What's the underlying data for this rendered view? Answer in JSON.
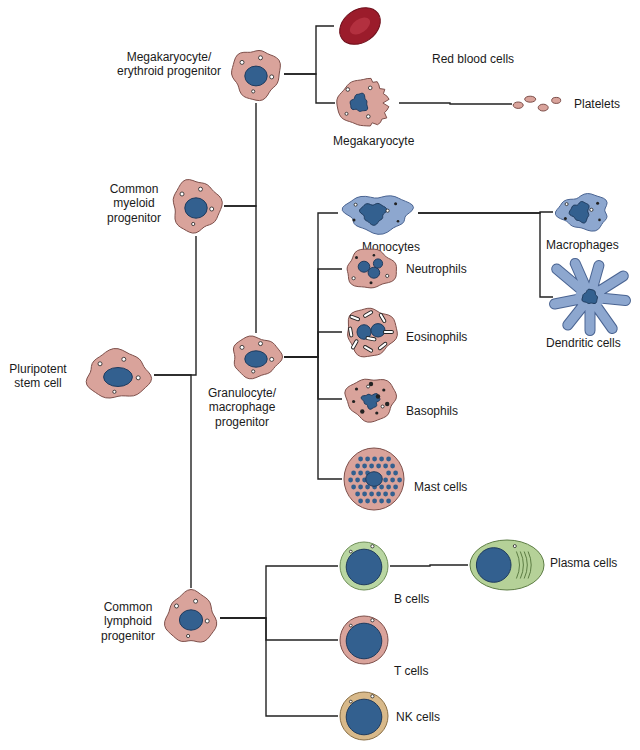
{
  "diagram": {
    "nodes": [
      {
        "text": [
          "Pluripotent stem cell"
        ]
      },
      {
        "text": [
          "Common myeloid progenitor"
        ]
      },
      {
        "text": [
          "Megakaryocyte/ erythroid progenitor"
        ]
      },
      {
        "text": [
          "Red blood cells"
        ]
      },
      {
        "text": [
          "Megakaryocyte"
        ]
      },
      {
        "text": [
          "Platelets"
        ]
      },
      {
        "text": [
          "Granulocyte/ macrophage progenitor"
        ]
      },
      {
        "text": [
          "Monocytes"
        ]
      },
      {
        "text": [
          "Macrophages"
        ]
      },
      {
        "text": [
          "Dendritic cells"
        ]
      },
      {
        "text": [
          "Neutrophils"
        ]
      },
      {
        "text": [
          "Eosinophils"
        ]
      },
      {
        "text": [
          "Basophils"
        ]
      },
      {
        "text": [
          "Mast cells"
        ]
      },
      {
        "text": [
          "Common lymphoid progenitor"
        ]
      },
      {
        "text": [
          "B cells"
        ]
      },
      {
        "text": [
          "Plasma cells"
        ]
      },
      {
        "text": [
          "T cells"
        ]
      },
      {
        "text": [
          "NK cells"
        ]
      }
    ],
    "edges": [
      {
        "from": 0,
        "to": 1,
        "arrow": "none"
      },
      {
        "from": 0,
        "to": 14,
        "arrow": "none"
      },
      {
        "from": 1,
        "to": 2,
        "arrow": "none"
      },
      {
        "from": 1,
        "to": 6,
        "arrow": "none"
      },
      {
        "from": 2,
        "to": 3,
        "arrow": "none"
      },
      {
        "from": 2,
        "to": 4,
        "arrow": "none"
      },
      {
        "from": 4,
        "to": 5,
        "arrow": "none"
      },
      {
        "from": 6,
        "to": 7,
        "arrow": "none"
      },
      {
        "from": 6,
        "to": 10,
        "arrow": "none"
      },
      {
        "from": 6,
        "to": 11,
        "arrow": "none"
      },
      {
        "from": 6,
        "to": 12,
        "arrow": "none"
      },
      {
        "from": 6,
        "to": 13,
        "arrow": "none"
      },
      {
        "from": 7,
        "to": 8,
        "arrow": "none"
      },
      {
        "from": 7,
        "to": 9,
        "arrow": "none"
      },
      {
        "from": 14,
        "to": 15,
        "arrow": "none"
      },
      {
        "from": 14,
        "to": 17,
        "arrow": "none"
      },
      {
        "from": 14,
        "to": 18,
        "arrow": "none"
      },
      {
        "from": 15,
        "to": 16,
        "arrow": "none"
      }
    ]
  }
}
